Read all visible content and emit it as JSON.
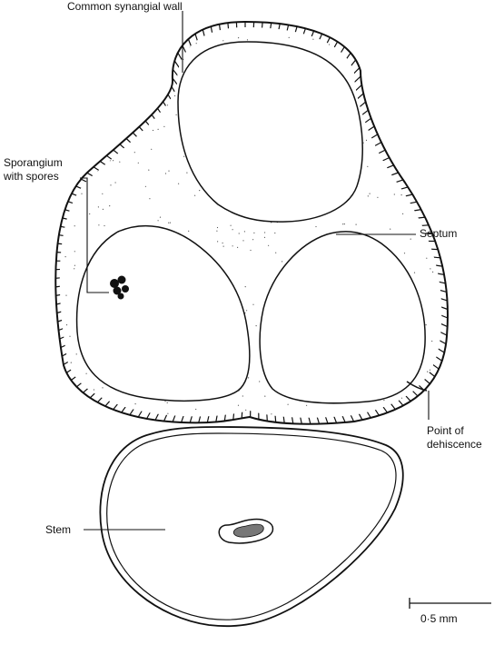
{
  "labels": {
    "common_wall": "Common synangial wall",
    "sporangium_line1": "Sporangium",
    "sporangium_line2": "with spores",
    "septum": "Septum",
    "dehiscence_line1": "Point of",
    "dehiscence_line2": "dehiscence",
    "stem": "Stem",
    "scale": "0·5 mm"
  },
  "colors": {
    "ink": "#111111",
    "stipple": "#555555"
  }
}
